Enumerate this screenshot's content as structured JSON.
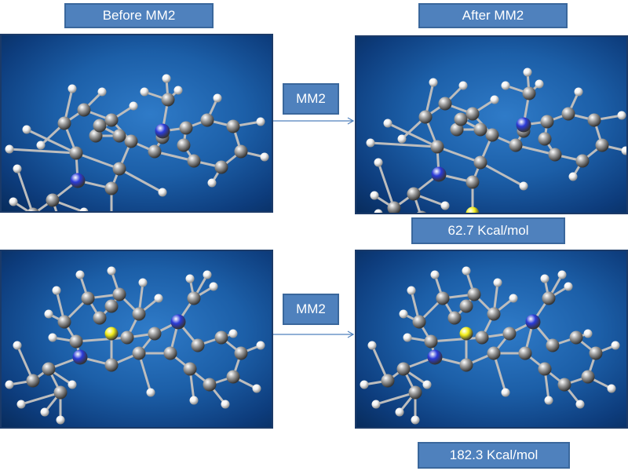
{
  "header": {
    "before_label": "Before MM2",
    "after_label": "After MM2"
  },
  "arrows": {
    "top_label": "MM2",
    "bottom_label": "MM2"
  },
  "energies": {
    "top": "62.7 Kcal/mol",
    "bottom": "182.3 Kcal/mol"
  },
  "colors": {
    "panel_bg": "#1c5fa8",
    "label_box": "#4f81bd",
    "carbon": "#9c9c9c",
    "hydrogen": "#f2f2f2",
    "nitrogen": "#2a3ad8",
    "sulfur": "#f2ee1a",
    "arrow": "#4f81bd"
  }
}
